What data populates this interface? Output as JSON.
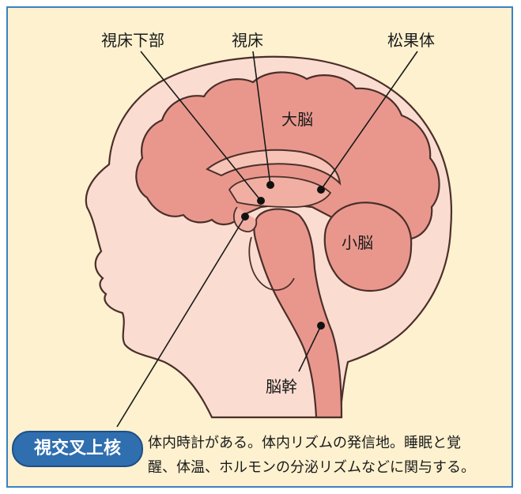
{
  "colors": {
    "background": "#fdf1cf",
    "border": "#3a82c4",
    "head_fill": "#fbdcd0",
    "brain_fill": "#e9978d",
    "outline": "#4a2f2a",
    "badge": "#2f6eaf"
  },
  "labels": {
    "hypothalamus": "視床下部",
    "thalamus": "視床",
    "pineal": "松果体",
    "cerebrum": "大脳",
    "cerebellum": "小脳",
    "brainstem": "脳幹"
  },
  "callout": {
    "badge": "視交叉上核",
    "line1": "体内時計がある。体内リズムの発信地。睡眠と覚",
    "line2": "醒、体温、ホルモンの分泌リズムなどに関与する。"
  }
}
